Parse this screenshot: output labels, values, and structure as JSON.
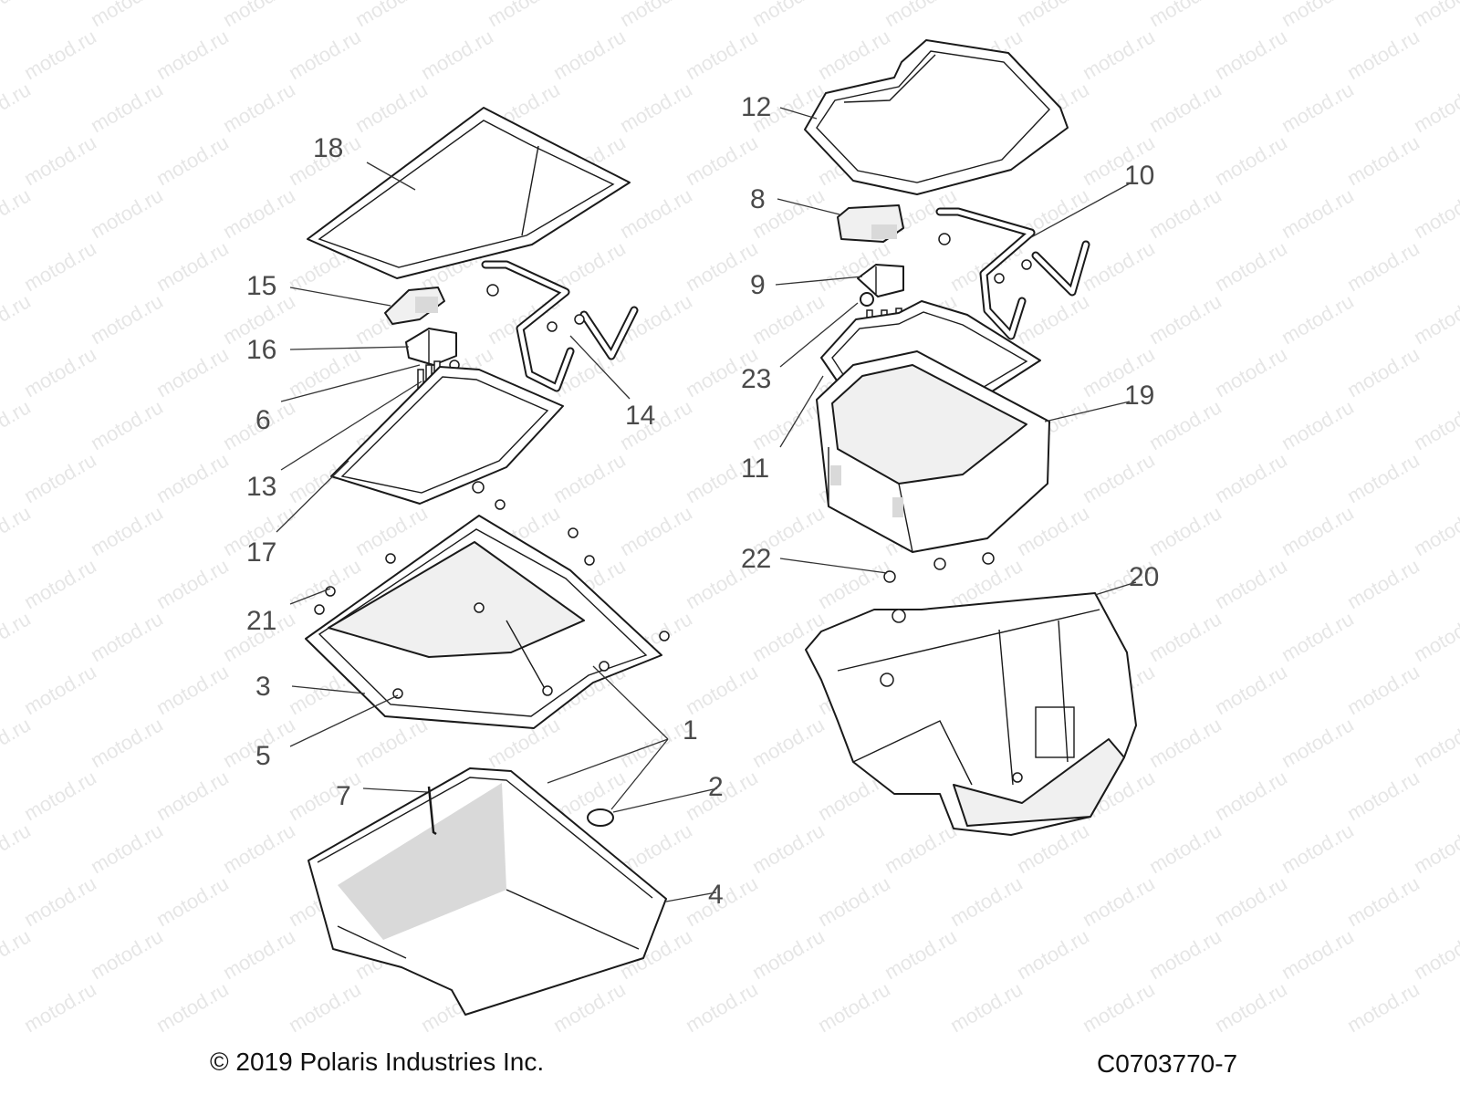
{
  "watermark": "motod.ru",
  "footer": {
    "copyright": "© 2019 Polaris Industries Inc.",
    "drawing_code": "C0703770-7"
  },
  "callouts": {
    "c1": "1",
    "c2": "2",
    "c3": "3",
    "c4": "4",
    "c5": "5",
    "c6": "6",
    "c7": "7",
    "c8": "8",
    "c9": "9",
    "c10": "10",
    "c11": "11",
    "c12": "12",
    "c13": "13",
    "c14": "14",
    "c15": "15",
    "c16": "16",
    "c17": "17",
    "c18": "18",
    "c19": "19",
    "c20": "20",
    "c21": "21",
    "c22": "22",
    "c23": "23"
  },
  "colors": {
    "line": "#1a1a1a",
    "callout_text": "#4a4a4a",
    "shading": "#d9d9d9",
    "watermark": "#b9b9b9"
  }
}
